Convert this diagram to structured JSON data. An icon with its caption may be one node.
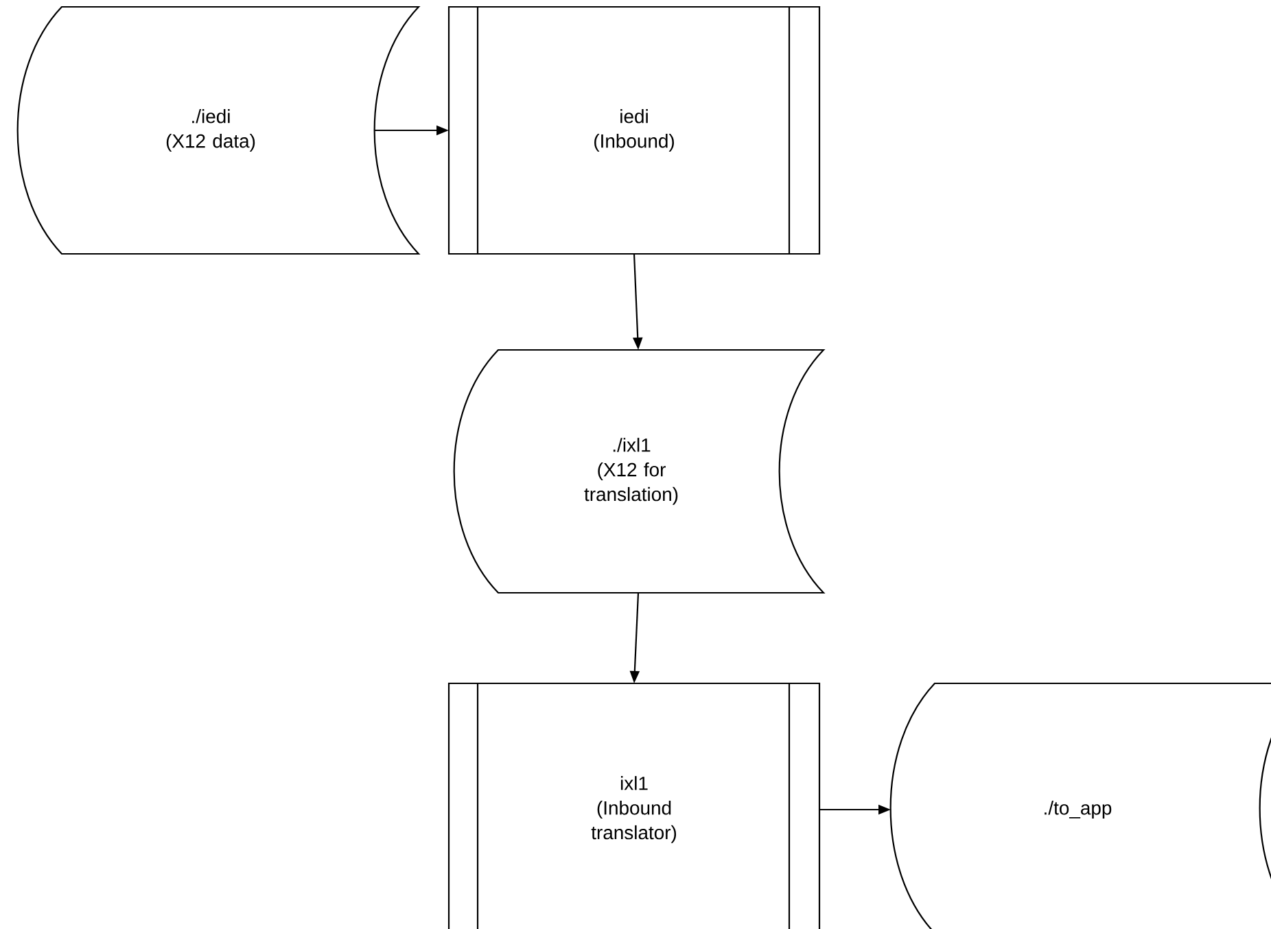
{
  "diagram": {
    "nodes": [
      {
        "text": [
          "./iedi",
          "(X12 data)"
        ]
      },
      {
        "text": [
          "iedi",
          "(Inbound)"
        ]
      },
      {
        "text": [
          "./ixl1",
          "(X12 for translation)"
        ]
      },
      {
        "text": [
          "ixl1",
          "(Inbound translator)"
        ]
      },
      {
        "text": [
          "./to_app"
        ]
      }
    ],
    "edges": [
      {
        "from": 0,
        "to": 1,
        "arrow": "to"
      },
      {
        "from": 1,
        "to": 2,
        "arrow": "to"
      },
      {
        "from": 2,
        "to": 3,
        "arrow": "to"
      },
      {
        "from": 3,
        "to": 4,
        "arrow": "to"
      }
    ]
  }
}
